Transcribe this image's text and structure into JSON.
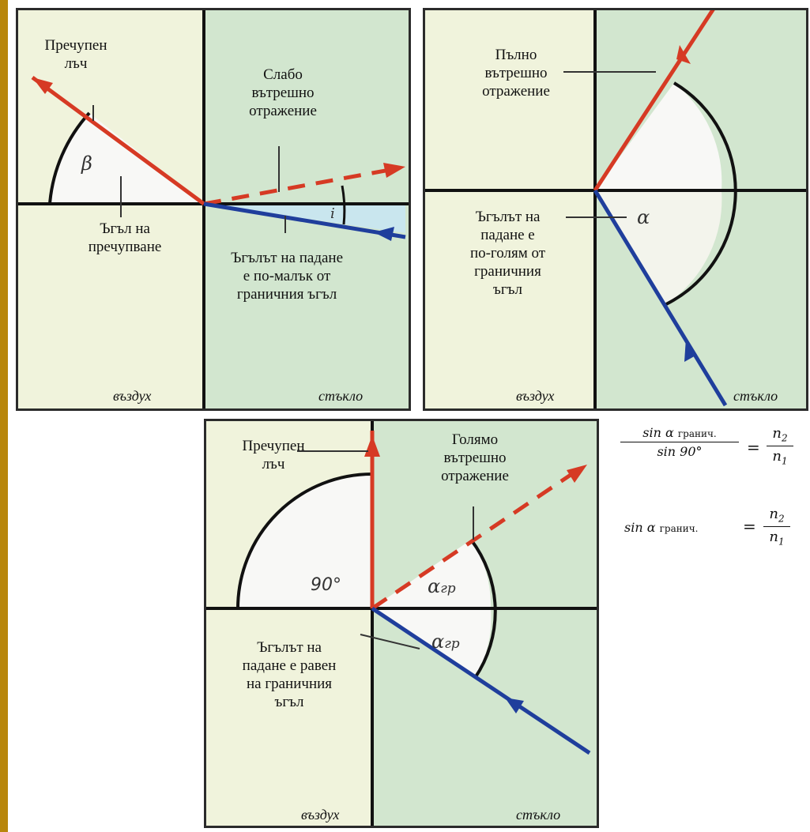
{
  "colors": {
    "air": "#f0f3dc",
    "glass": "#d2e6cf",
    "wedge": "#f6f6f4",
    "red": "#d63a24",
    "blue": "#1f3e9c",
    "line": "#111111",
    "frame": "#b8860b"
  },
  "panel1": {
    "refracted_ray": "Пречупен\nлъч",
    "weak_reflection": "Слабо\nвътрешно\nотражение",
    "angle_refraction": "Ъгъл на\nпречупване",
    "incidence_smaller": "Ъгълът на падане\nе по-малък от\nграничния ъгъл",
    "beta": "β",
    "i": "i",
    "air": "въздух",
    "glass": "стъкло"
  },
  "panel2": {
    "total_reflection": "Пълно\nвътрешно\nотражение",
    "incidence_greater": "Ъгълът на\nпадане е\nпо-голям от\nграничния\nъгъл",
    "alpha": "α",
    "air": "въздух",
    "glass": "стъкло"
  },
  "panel3": {
    "refracted_ray": "Пречупен\nлъч",
    "big_reflection": "Голямо\nвътрешно\nотражение",
    "incidence_equal": "Ъгълът на\nпадане е равен\nна граничния\nъгъл",
    "ninety": "90°",
    "alpha_gr": "α",
    "gr_sub": "гр",
    "air": "въздух",
    "glass": "стъкло"
  },
  "formulas": {
    "f1_num_main": "sin α",
    "f1_num_sub": "гранич.",
    "f1_den": "sin 90°",
    "eq": "=",
    "n_num": "n",
    "n_num_sub": "2",
    "n_den": "n",
    "n_den_sub": "1",
    "f2_main": "sin α",
    "f2_sub": "гранич."
  }
}
